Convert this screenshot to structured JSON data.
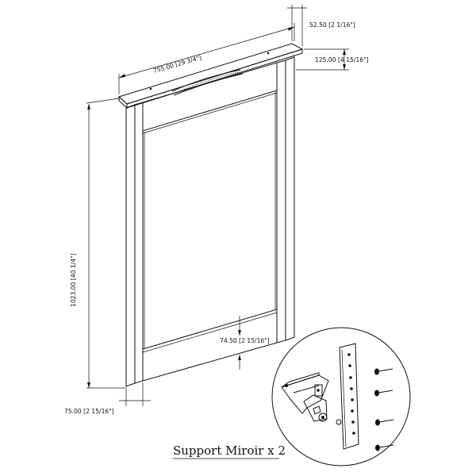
{
  "dimensions": {
    "width": "755.00 [29 3/4\"]",
    "depth": "52.50 [2 1/16\"]",
    "top_height": "125.00 [4 15/16\"]",
    "height": "1023.00 [40 1/4\"]",
    "bottom_rail": "74.50 [2 15/16\"]",
    "leg_width": "75.00 [2 15/16\"]"
  },
  "caption": "Support Miroir x 2",
  "colors": {
    "line": "#111111",
    "background": "#ffffff"
  }
}
